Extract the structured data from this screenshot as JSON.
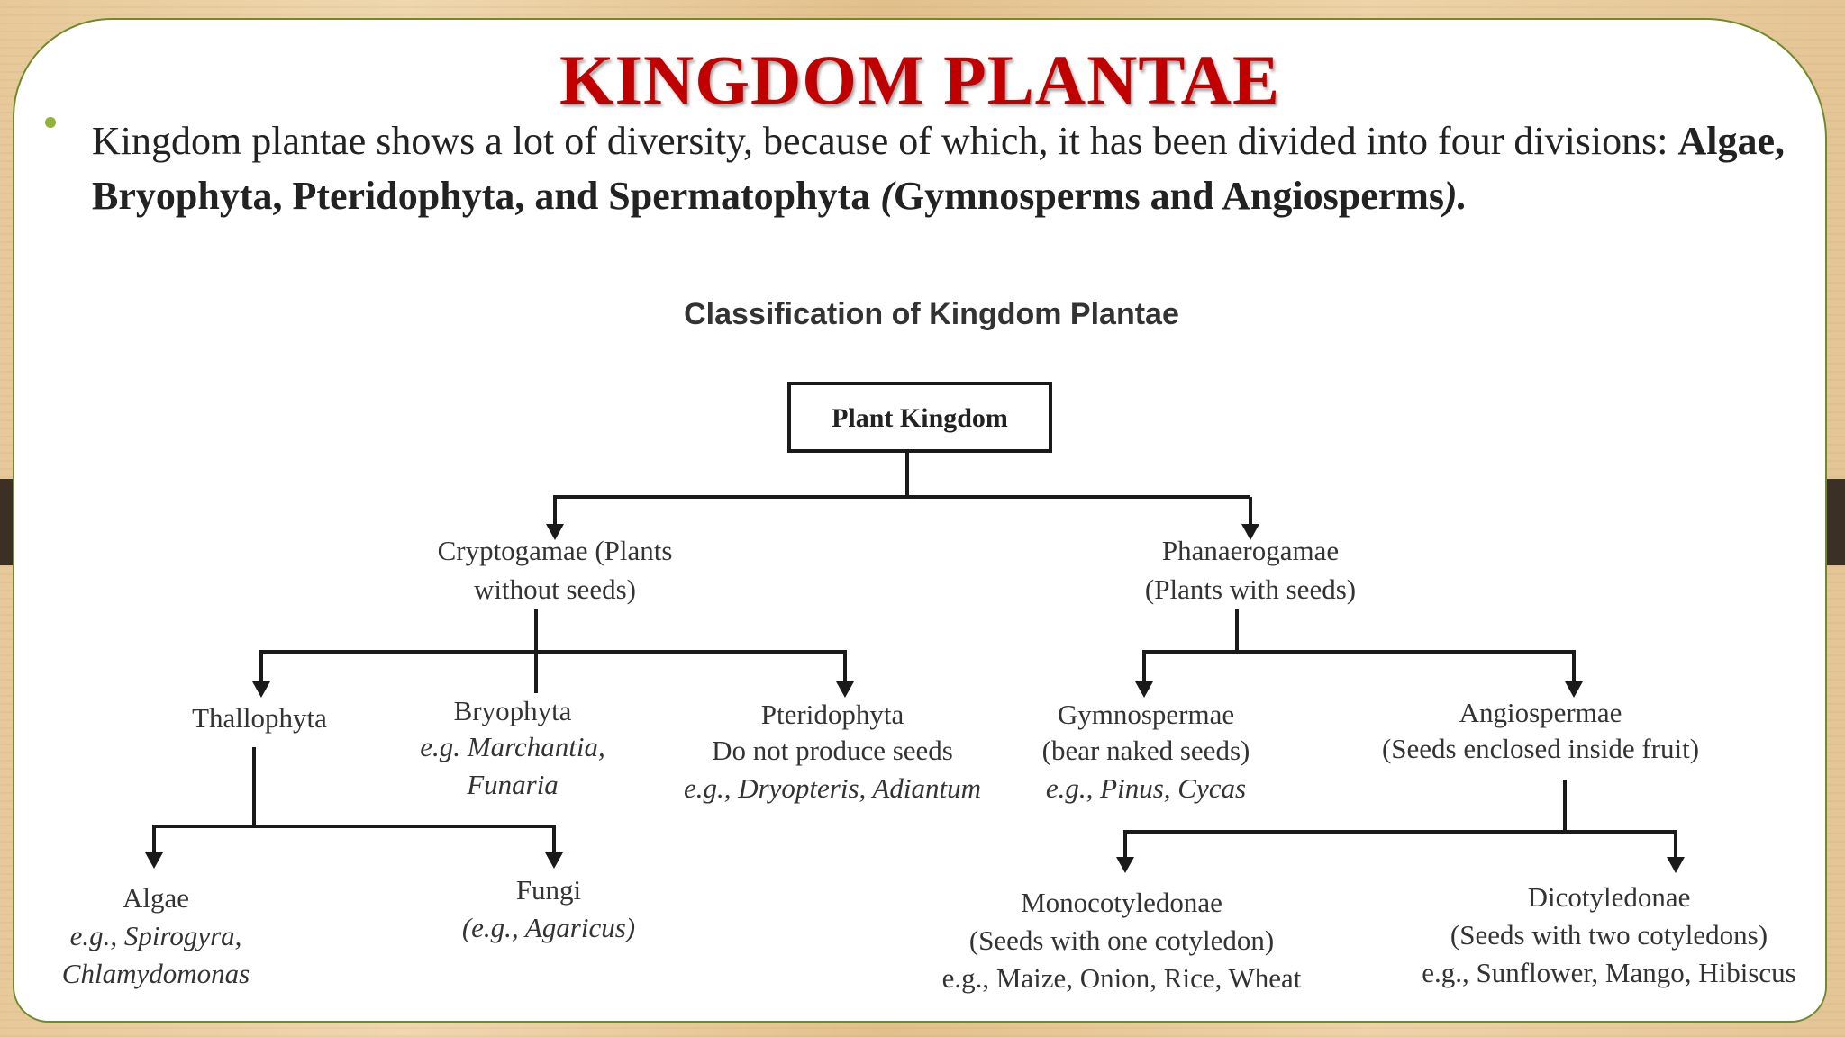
{
  "title": "KINGDOM PLANTAE",
  "bullet": {
    "text_plain": "Kingdom plantae shows a lot of diversity, because of which, it has been divided into four divisions: ",
    "text_bold": "Algae, Bryophyta, Pteridophyta, and Spermatophyta ",
    "open_paren": "(",
    "text_bold_2": "Gymnosperms and Angiosperms",
    "close_paren": ")."
  },
  "diagram": {
    "heading": "Classification of Kingdom Plantae",
    "root": "Plant Kingdom",
    "cryptogamae": {
      "line1": "Cryptogamae (Plants",
      "line2": "without seeds)"
    },
    "phanaerogamae": {
      "line1": "Phanaerogamae",
      "line2": "(Plants with seeds)"
    },
    "thallophyta": {
      "label": "Thallophyta"
    },
    "bryophyta": {
      "label": "Bryophyta",
      "example_line1": "e.g. Marchantia,",
      "example_line2": "Funaria"
    },
    "pteridophyta": {
      "label": "Pteridophyta",
      "line2": "Do not produce seeds",
      "example": "e.g., Dryopteris, Adiantum"
    },
    "gymnospermae": {
      "label": "Gymnospermae",
      "line2": "(bear naked seeds)",
      "example": "e.g., Pinus, Cycas"
    },
    "angiospermae": {
      "label": "Angiospermae",
      "line2": "(Seeds enclosed inside fruit)"
    },
    "algae": {
      "label": "Algae",
      "example_line1": "e.g., Spirogyra,",
      "example_line2": "Chlamydomonas"
    },
    "fungi": {
      "label": "Fungi",
      "example": "(e.g., Agaricus)"
    },
    "monocotyledonae": {
      "label": "Monocotyledonae",
      "line2": "(Seeds with one cotyledon)",
      "example": "e.g., Maize, Onion, Rice, Wheat"
    },
    "dicotyledonae": {
      "label": "Dicotyledonae",
      "line2": "(Seeds with two cotyledons)",
      "example": "e.g., Sunflower, Mango, Hibiscus"
    }
  }
}
